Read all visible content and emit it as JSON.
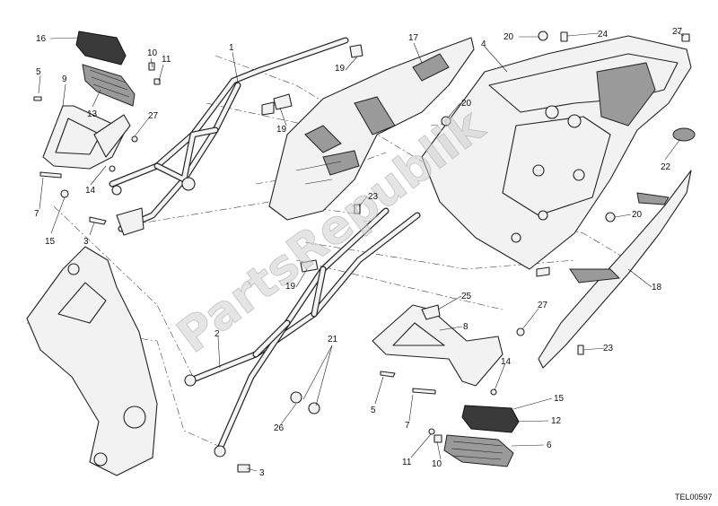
{
  "watermark": "PartsRepublik",
  "drawing_code": "TEL00597",
  "callouts": {
    "c1": "1",
    "c2": "2",
    "c3a": "3",
    "c3b": "3",
    "c4": "4",
    "c5a": "5",
    "c5b": "5",
    "c6": "6",
    "c7a": "7",
    "c7b": "7",
    "c8": "8",
    "c9": "9",
    "c10a": "10",
    "c10b": "10",
    "c11a": "11",
    "c11b": "11",
    "c12": "12",
    "c13": "13",
    "c14a": "14",
    "c14b": "14",
    "c15a": "15",
    "c15b": "15",
    "c16": "16",
    "c17": "17",
    "c18": "18",
    "c19a": "19",
    "c19b": "19",
    "c19c": "19",
    "c20a": "20",
    "c20b": "20",
    "c20c": "20",
    "c21": "21",
    "c22": "22",
    "c23a": "23",
    "c23b": "23",
    "c24": "24",
    "c25": "25",
    "c26": "26",
    "c27a": "27",
    "c27b": "27",
    "c27c": "27"
  }
}
